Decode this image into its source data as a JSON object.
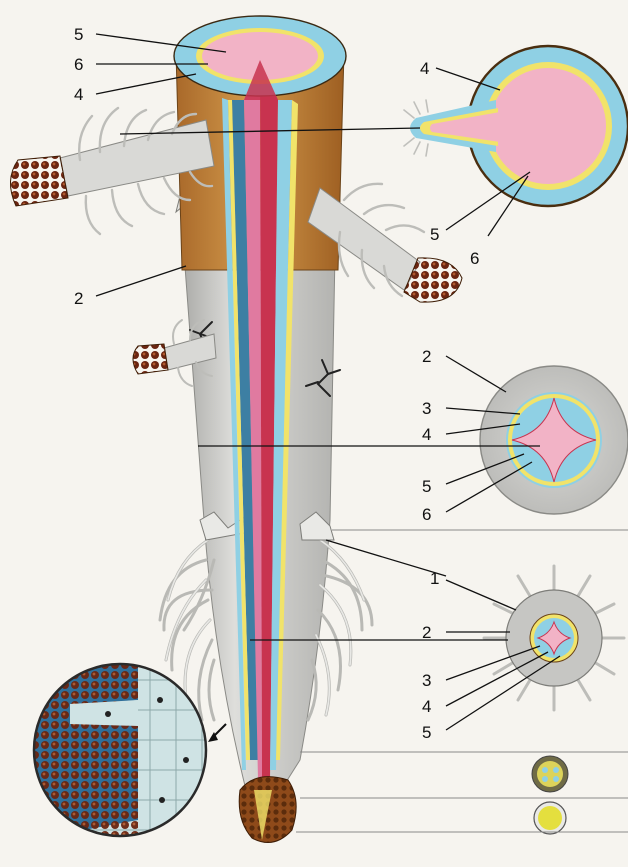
{
  "labels": {
    "n1": "1",
    "n2": "2",
    "n3": "3",
    "n4": "4",
    "n5": "5",
    "n6": "6"
  },
  "colors": {
    "background": "#f6f4ef",
    "cortex_outer": "#c4873c",
    "root_grey": "#cfcfcc",
    "endodermis_blue": "#8fd0e4",
    "pericycle_yellow": "#f1e36a",
    "stele_pink": "#f2b3c6",
    "xylem_red": "#c8334f",
    "root_cap": "#7a3a12"
  },
  "icons": {
    "detail_arrow": "arrow-icon"
  }
}
